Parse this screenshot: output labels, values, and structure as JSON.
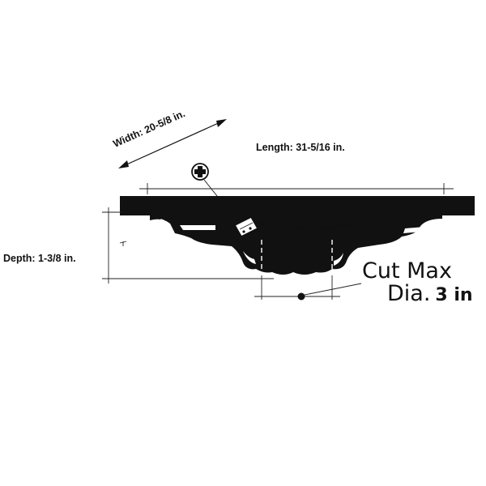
{
  "dimensions": {
    "width_label": "Width: 20-5/8 in.",
    "length_label": "Length: 31-5/16 in.",
    "depth_label": "Depth: 1-3/8 in."
  },
  "cut_out": {
    "line1": "Cut Max",
    "line2_prefix": "Dia.",
    "line2_value": "3 in"
  },
  "colors": {
    "ink": "#111111",
    "background": "#ffffff"
  }
}
